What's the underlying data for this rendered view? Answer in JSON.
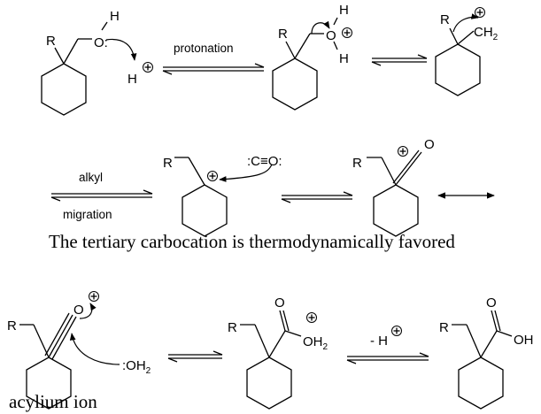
{
  "reagents": {
    "proton": "H",
    "carbon_monoxide": ":C≡O:",
    "water": ":OH",
    "water_sub": "2"
  },
  "labels": {
    "r_group": "R",
    "hydroxyl_o": "O:",
    "hydrogen": "H",
    "oxonium_o": "O",
    "ch": "CH",
    "ch_sub": "2",
    "carbonyl_o": "O",
    "oh": "OH",
    "oh2": "OH",
    "oh2_sub": "2"
  },
  "arrows": {
    "step1_label": "protonation",
    "step3_label_top": "alkyl",
    "step3_label_bottom": "migration",
    "step7_label": "- H"
  },
  "captions": {
    "carbocation_note": "The tertiary carbocation is thermodynamically favored",
    "acylium_label": "acylium ion"
  }
}
